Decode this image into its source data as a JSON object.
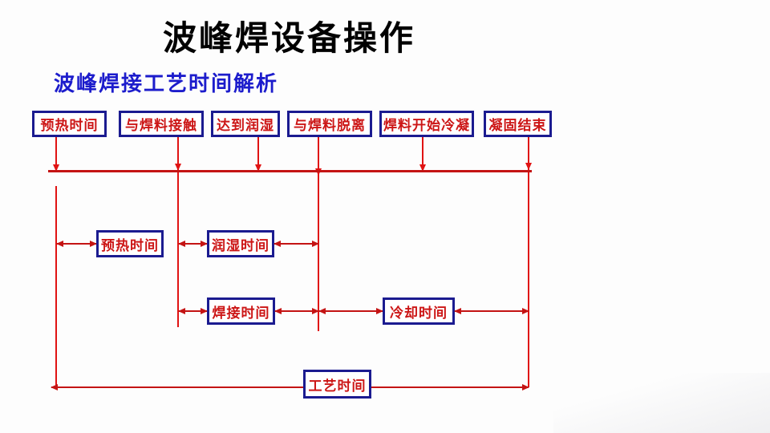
{
  "slide": {
    "title": "波峰焊设备操作",
    "subtitle": "波峰焊接工艺时间解析"
  },
  "timeline_events": [
    "预热时间",
    "与焊料接触",
    "达到润湿",
    "与焊料脱离",
    "焊料开始冷凝",
    "凝固结束"
  ],
  "duration_boxes": {
    "preheat": "预热时间",
    "wetting": "润湿时间",
    "soldering": "焊接时间",
    "cooling": "冷却时间",
    "process": "工艺时间"
  },
  "colors": {
    "line_red": "#c41414",
    "bright_red": "#e01313",
    "box_border_navy": "#1b1b90",
    "box_text_red": "#cc1616",
    "subtitle_blue": "#1c1ccc",
    "title_black": "#000000",
    "background": "#fdfdfd"
  }
}
